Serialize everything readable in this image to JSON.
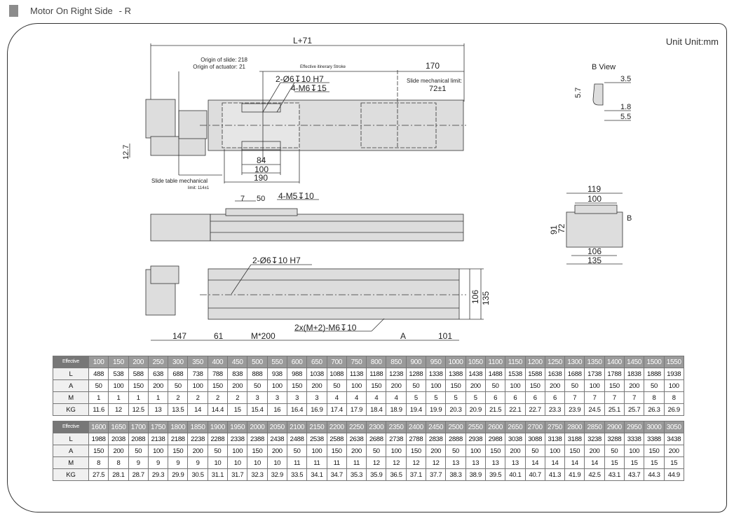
{
  "header": {
    "title": "Motor On Right Side",
    "suffix": "- R"
  },
  "unit": "Unit Unit:mm",
  "drawing": {
    "dims": {
      "total": "L+71",
      "d170": "170",
      "origin_slide": "Origin of slide: 218",
      "origin_actuator": "Origin of actuator: 21",
      "stroke": "Effective itinerary Stroke",
      "slide_limit": "Slide mechanical limit:",
      "slide_limit_val": "72±1",
      "hole1": "2-Ø6↧10 H7",
      "hole2": "4-M6↧15",
      "d84": "84",
      "d100": "100",
      "d190": "190",
      "d12_7": "12.7",
      "table_limit": "Slide table mechanical",
      "table_limit_val": "limit: 114±1",
      "d7": "7",
      "d50": "50",
      "m5": "4-M5↧10",
      "hole3": "2-Ø6↧10 H7",
      "d147": "147",
      "d61": "61",
      "m200": "M*200",
      "m6": "2x(M+2)-M6↧10",
      "dA": "A",
      "d101": "101",
      "d106": "106",
      "d135": "135"
    },
    "bview": {
      "title": "B View",
      "d3_5": "3.5",
      "d5_7": "5.7",
      "d1_8": "1.8",
      "d5_5": "5.5"
    },
    "end": {
      "d119": "119",
      "d100": "100",
      "d91": "91",
      "d72": "72",
      "d106": "106",
      "d135": "135",
      "b": "B"
    }
  },
  "tables": [
    {
      "head": "Effective",
      "strokes": [
        "100",
        "150",
        "200",
        "250",
        "300",
        "350",
        "400",
        "450",
        "500",
        "550",
        "600",
        "650",
        "700",
        "750",
        "800",
        "850",
        "900",
        "950",
        "1000",
        "1050",
        "1100",
        "1150",
        "1200",
        "1250",
        "1300",
        "1350",
        "1400",
        "1450",
        "1500",
        "1550"
      ],
      "rows": [
        {
          "label": "L",
          "values": [
            "488",
            "538",
            "588",
            "638",
            "688",
            "738",
            "788",
            "838",
            "888",
            "938",
            "988",
            "1038",
            "1088",
            "1138",
            "1188",
            "1238",
            "1288",
            "1338",
            "1388",
            "1438",
            "1488",
            "1538",
            "1588",
            "1638",
            "1688",
            "1738",
            "1788",
            "1838",
            "1888",
            "1938"
          ]
        },
        {
          "label": "A",
          "values": [
            "50",
            "100",
            "150",
            "200",
            "50",
            "100",
            "150",
            "200",
            "50",
            "100",
            "150",
            "200",
            "50",
            "100",
            "150",
            "200",
            "50",
            "100",
            "150",
            "200",
            "50",
            "100",
            "150",
            "200",
            "50",
            "100",
            "150",
            "200",
            "50",
            "100"
          ]
        },
        {
          "label": "M",
          "values": [
            "1",
            "1",
            "1",
            "1",
            "2",
            "2",
            "2",
            "2",
            "3",
            "3",
            "3",
            "3",
            "4",
            "4",
            "4",
            "4",
            "5",
            "5",
            "5",
            "5",
            "6",
            "6",
            "6",
            "6",
            "7",
            "7",
            "7",
            "7",
            "8",
            "8"
          ]
        },
        {
          "label": "KG",
          "values": [
            "11.6",
            "12",
            "12.5",
            "13",
            "13.5",
            "14",
            "14.4",
            "15",
            "15.4",
            "16",
            "16.4",
            "16.9",
            "17.4",
            "17.9",
            "18.4",
            "18.9",
            "19.4",
            "19.9",
            "20.3",
            "20.9",
            "21.5",
            "22.1",
            "22.7",
            "23.3",
            "23.9",
            "24.5",
            "25.1",
            "25.7",
            "26.3",
            "26.9"
          ]
        }
      ]
    },
    {
      "head": "Effective",
      "strokes": [
        "1600",
        "1650",
        "1700",
        "1750",
        "1800",
        "1850",
        "1900",
        "1950",
        "2000",
        "2050",
        "2100",
        "2150",
        "2200",
        "2250",
        "2300",
        "2350",
        "2400",
        "2450",
        "2500",
        "2550",
        "2600",
        "2650",
        "2700",
        "2750",
        "2800",
        "2850",
        "2900",
        "2950",
        "3000",
        "3050"
      ],
      "rows": [
        {
          "label": "L",
          "values": [
            "1988",
            "2038",
            "2088",
            "2138",
            "2188",
            "2238",
            "2288",
            "2338",
            "2388",
            "2438",
            "2488",
            "2538",
            "2588",
            "2638",
            "2688",
            "2738",
            "2788",
            "2838",
            "2888",
            "2938",
            "2988",
            "3038",
            "3088",
            "3138",
            "3188",
            "3238",
            "3288",
            "3338",
            "3388",
            "3438"
          ]
        },
        {
          "label": "A",
          "values": [
            "150",
            "200",
            "50",
            "100",
            "150",
            "200",
            "50",
            "100",
            "150",
            "200",
            "50",
            "100",
            "150",
            "200",
            "50",
            "100",
            "150",
            "200",
            "50",
            "100",
            "150",
            "200",
            "50",
            "100",
            "150",
            "200",
            "50",
            "100",
            "150",
            "200"
          ]
        },
        {
          "label": "M",
          "values": [
            "8",
            "8",
            "9",
            "9",
            "9",
            "9",
            "10",
            "10",
            "10",
            "10",
            "11",
            "11",
            "11",
            "11",
            "12",
            "12",
            "12",
            "12",
            "13",
            "13",
            "13",
            "13",
            "14",
            "14",
            "14",
            "14",
            "15",
            "15",
            "15",
            "15"
          ]
        },
        {
          "label": "KG",
          "values": [
            "27.5",
            "28.1",
            "28.7",
            "29.3",
            "29.9",
            "30.5",
            "31.1",
            "31.7",
            "32.3",
            "32.9",
            "33.5",
            "34.1",
            "34.7",
            "35.3",
            "35.9",
            "36.5",
            "37.1",
            "37.7",
            "38.3",
            "38.9",
            "39.5",
            "40.1",
            "40.7",
            "41.3",
            "41.9",
            "42.5",
            "43.1",
            "43.7",
            "44.3",
            "44.9"
          ]
        }
      ]
    }
  ]
}
